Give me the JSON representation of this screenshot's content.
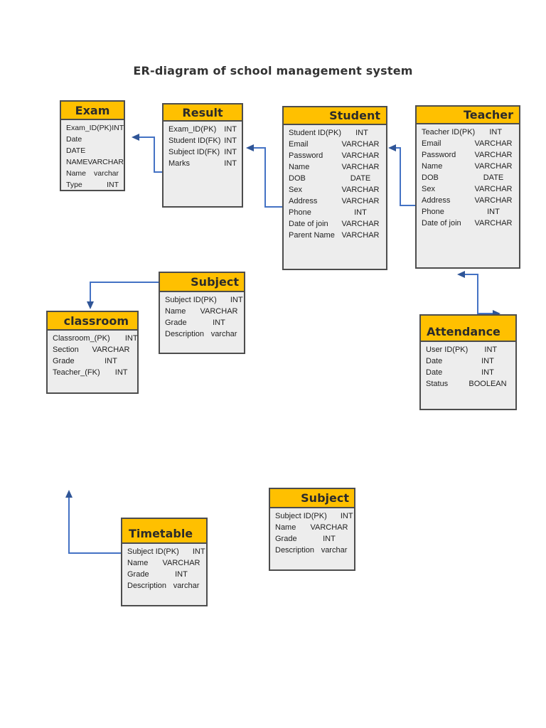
{
  "page": {
    "title": "ER-diagram of school management system"
  },
  "colors": {
    "entity_header_fill": "#FFC000",
    "entity_body_fill": "#EDEDED",
    "entity_border": "#4D4D4D",
    "connector_line": "#4472C4",
    "connector_arrow": "#2F5597"
  },
  "entities": [
    {
      "name": "Exam",
      "fields": [
        {
          "field": "Exam_ID(PK)",
          "type": "INT"
        },
        {
          "field": "Date",
          "type": ""
        },
        {
          "field": "DATE",
          "type": ""
        },
        {
          "field": "NAME",
          "type": "VARCHAR"
        },
        {
          "field": "Name",
          "type": "varchar"
        },
        {
          "field": "Type",
          "type": "INT"
        }
      ]
    },
    {
      "name": "Result",
      "fields": [
        {
          "field": "Exam_ID(PK)",
          "type": "INT"
        },
        {
          "field": "Student ID(FK)",
          "type": "INT"
        },
        {
          "field": "Subject ID(FK)",
          "type": "INT"
        },
        {
          "field": "Marks",
          "type": "INT"
        }
      ]
    },
    {
      "name": "Student",
      "fields": [
        {
          "field": "Student ID(PK)",
          "type": "INT"
        },
        {
          "field": "Email",
          "type": "VARCHAR"
        },
        {
          "field": "Password",
          "type": "VARCHAR"
        },
        {
          "field": "Name",
          "type": "VARCHAR"
        },
        {
          "field": "DOB",
          "type": "DATE"
        },
        {
          "field": "Sex",
          "type": "VARCHAR"
        },
        {
          "field": "Address",
          "type": "VARCHAR"
        },
        {
          "field": "Phone",
          "type": "INT"
        },
        {
          "field": "Date of join",
          "type": "VARCHAR"
        },
        {
          "field": "Parent Name",
          "type": "VARCHAR"
        }
      ]
    },
    {
      "name": "Teacher",
      "fields": [
        {
          "field": "Teacher ID(PK)",
          "type": "INT"
        },
        {
          "field": "Email",
          "type": "VARCHAR"
        },
        {
          "field": "Password",
          "type": "VARCHAR"
        },
        {
          "field": "Name",
          "type": "VARCHAR"
        },
        {
          "field": "DOB",
          "type": "DATE"
        },
        {
          "field": "Sex",
          "type": "VARCHAR"
        },
        {
          "field": "Address",
          "type": "VARCHAR"
        },
        {
          "field": "Phone",
          "type": "INT"
        },
        {
          "field": "Date of join",
          "type": "VARCHAR"
        }
      ]
    },
    {
      "name": "Subject",
      "fields": [
        {
          "field": "Subject ID(PK)",
          "type": "INT"
        },
        {
          "field": "Name",
          "type": "VARCHAR"
        },
        {
          "field": "Grade",
          "type": "INT"
        },
        {
          "field": "Description",
          "type": "varchar"
        }
      ]
    },
    {
      "name": "classroom",
      "fields": [
        {
          "field": "Classroom_(PK)",
          "type": "INT"
        },
        {
          "field": "Section",
          "type": "VARCHAR"
        },
        {
          "field": "Grade",
          "type": "INT"
        },
        {
          "field": "Teacher_(FK)",
          "type": "INT"
        }
      ]
    },
    {
      "name": "Attendance",
      "fields": [
        {
          "field": "User ID(PK)",
          "type": "INT"
        },
        {
          "field": "Date",
          "type": "INT"
        },
        {
          "field": "Date",
          "type": "INT"
        },
        {
          "field": "Status",
          "type": "BOOLEAN"
        }
      ]
    },
    {
      "name": "Subject",
      "fields": [
        {
          "field": "Subject ID(PK)",
          "type": "INT"
        },
        {
          "field": "Name",
          "type": "VARCHAR"
        },
        {
          "field": "Grade",
          "type": "INT"
        },
        {
          "field": "Description",
          "type": "varchar"
        }
      ]
    },
    {
      "name": "Timetable",
      "fields": [
        {
          "field": "Subject ID(PK)",
          "type": "INT"
        },
        {
          "field": "Name",
          "type": "VARCHAR"
        },
        {
          "field": "Grade",
          "type": "INT"
        },
        {
          "field": "Description",
          "type": "varchar"
        }
      ]
    }
  ],
  "connectors": [
    {
      "from": "Result",
      "to": "Exam"
    },
    {
      "from": "Student",
      "to": "Result"
    },
    {
      "from": "Teacher",
      "to": "Student"
    },
    {
      "from": "Subject",
      "to": "classroom"
    },
    {
      "from": "Attendance",
      "to": "Teacher"
    },
    {
      "from": "Timetable",
      "to": "off-diagram-up"
    }
  ]
}
